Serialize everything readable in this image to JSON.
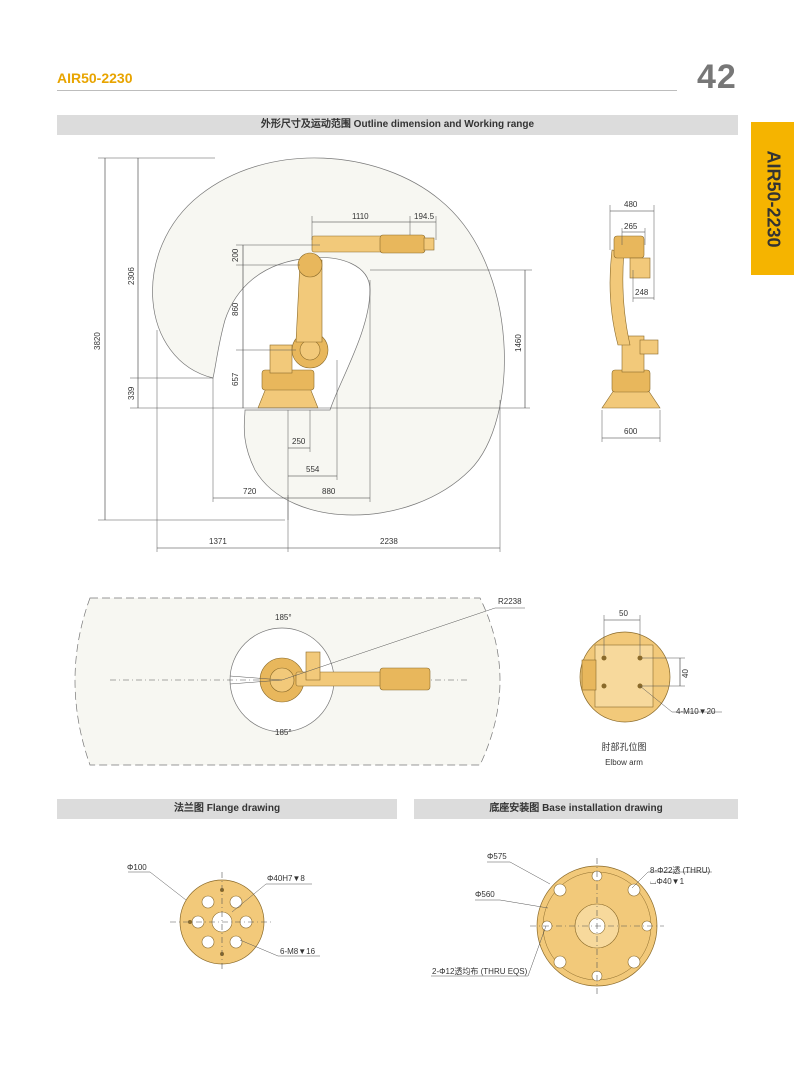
{
  "header": {
    "model": "AIR50-2230",
    "page_number": "42",
    "side_tab": "AIR50-2230"
  },
  "sections": {
    "outline": "外形尺寸及运动范围 Outline dimension and Working range",
    "flange": "法兰图 Flange drawing",
    "base": "底座安装图 Base installation drawing"
  },
  "side_view_dims": {
    "d1110": "1110",
    "d194_5": "194.5",
    "d200": "200",
    "d860": "860",
    "d657": "657",
    "d2306": "2306",
    "d339": "339",
    "d3820": "3820",
    "d1460": "1460",
    "d250": "250",
    "d554": "554",
    "d720": "720",
    "d880": "880",
    "d1371": "1371",
    "d2238": "2238"
  },
  "front_view_dims": {
    "d480": "480",
    "d265": "265",
    "d248": "248",
    "d600": "600"
  },
  "top_view": {
    "radius": "R2238",
    "angle_top": "185°",
    "angle_bottom": "185°"
  },
  "elbow": {
    "d50": "50",
    "d40": "40",
    "holes": "4-M10▼20",
    "caption_cn": "肘部孔位图",
    "caption_en": "Elbow arm"
  },
  "flange": {
    "d100": "Φ100",
    "d40h7": "Φ40H7▼8",
    "holes": "6-M8▼16"
  },
  "base": {
    "d575": "Φ575",
    "d560": "Φ560",
    "holes1": "8-Φ22透 (THRU)",
    "holes1b": "⌴Φ40▼1",
    "holes2": "2-Φ12透均布 (THRU EQS)"
  }
}
